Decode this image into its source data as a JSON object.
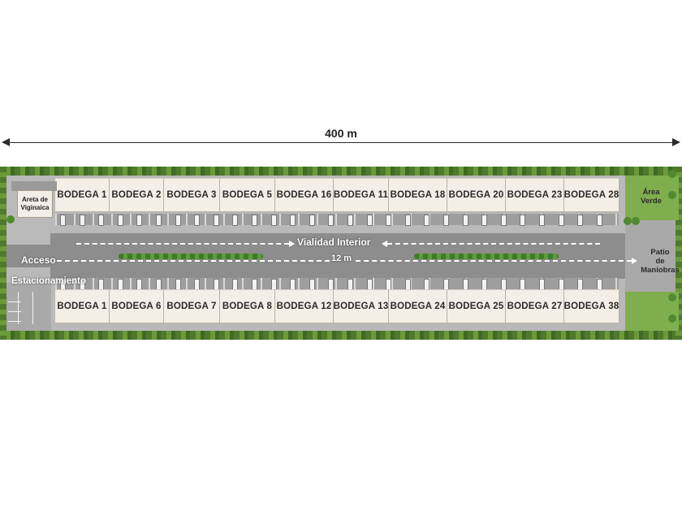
{
  "dimension": {
    "width_label": "400 m"
  },
  "labels": {
    "caseta_line1": "Areta de",
    "caseta_line2": "Viginaica",
    "vialidad": "Vialidad Interior",
    "acceso": "Acceso",
    "road_width": "12 m",
    "estacionamiento": "Estacionamiento",
    "area_verde_1": "Área",
    "area_verde_2": "Verde",
    "patio_1": "Patio",
    "patio_2": "de",
    "patio_3": "Maniobras"
  },
  "bodegas": {
    "north": [
      "BODEGA 1",
      "BODEGA 2",
      "BODEGA 3",
      "BODEGA 5",
      "BODEGA 16",
      "BODEGA 11",
      "BODEGA 18",
      "BODEGA 20",
      "BODEGA 23",
      "BODEGA 28"
    ],
    "south": [
      "BODEGA 1",
      "BODEGA 6",
      "BODEGA 7",
      "BODEGA 8",
      "BODEGA 12",
      "BODEGA 13",
      "BODEGA 24",
      "BODEGA 25",
      "BODEGA 27",
      "BODEGA 38"
    ]
  },
  "colors": {
    "building": "#f3eee6",
    "road": "#8d8d8d",
    "lot": "#b9b9b9",
    "green": "#7fae4e",
    "hedge": "#4f7a2c"
  }
}
